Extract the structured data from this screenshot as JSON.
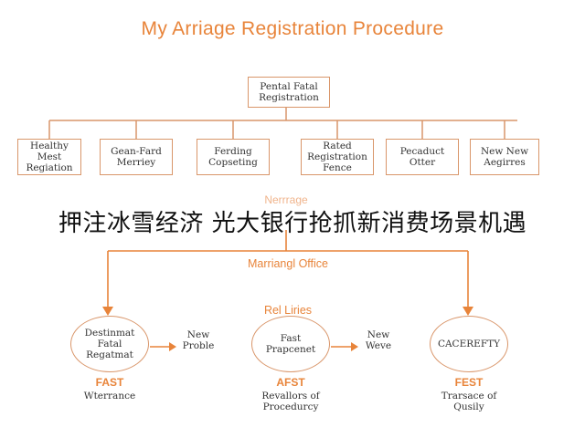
{
  "title": "My Arriage Registration Procedure",
  "root_box": "Pental Fatal\nRegistration",
  "tier_boxes": [
    "Healthy\nMest\nRegiation",
    "Gean-Fard\nMerriey",
    "Ferding\nCopseting",
    "Rated\nRegistration\nFence",
    "Pecaduct\nOtter",
    "New New\nAegirres"
  ],
  "faint_label": "Nerrrage",
  "banner": "押注冰雪经济 光大银行抢抓新消费场景机遇",
  "office_label": "Marriangl Office",
  "center_label": "Rel Liries",
  "circles": [
    {
      "text": "Destinmat\nFatal\nRegatmat",
      "tag": "FAST",
      "caption": "Wterrance"
    },
    {
      "text": "Fast\nPrapcenet",
      "tag": "AFST",
      "caption": "Revallors of\nProcedurcy"
    },
    {
      "text": "CACEREFTY",
      "tag": "FEST",
      "caption": "Trarsace of\nQusily"
    }
  ],
  "arrow_labels": [
    "New\nProble",
    "New\nWeve"
  ],
  "accent_color": "#e8843a",
  "line_color": "#d9966a"
}
